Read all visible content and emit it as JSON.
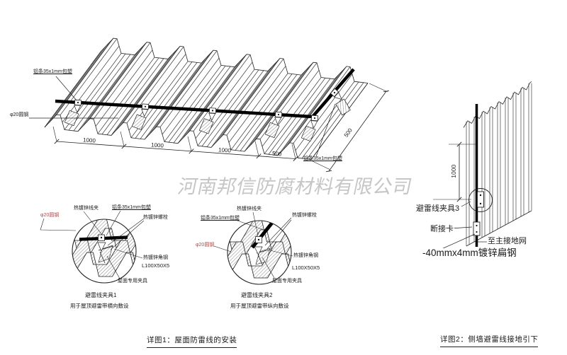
{
  "watermark": "河南邦信防腐材料有限公司",
  "roof": {
    "label_strip": "铝条35x1mm包塑",
    "label_rod": "φ20圆钢",
    "dims_bottom": [
      "1000",
      "1000",
      "1000",
      "500"
    ],
    "dim_right": "500"
  },
  "detail1": {
    "label_clamp": "热镀锌线夹",
    "label_strip": "铝条35x1mm包塑",
    "label_bolt": "热镀锌螺栓",
    "label_rod": "φ20圆钢",
    "label_angle": "热镀锌角钢",
    "label_angle_size": "L100X50X5",
    "label_fixture": "屋面专用夹具",
    "title": "避雷线夹具1",
    "subtitle": "用于屋顶避雷带横向敷设"
  },
  "detail2": {
    "label_clamp": "热镀锌线夹",
    "label_strip": "铝条35x1mm包塑",
    "label_bolt": "热镀锌螺栓",
    "label_rod": "φ20圆钢",
    "label_angle": "热镀锌角钢",
    "label_angle_size": "L100X50X5",
    "label_fixture": "屋面专用夹具",
    "title": "避雷线夹具2",
    "subtitle": "用于屋顶避雷带纵向敷设"
  },
  "wall": {
    "dim": "1000",
    "label_clamp": "避雷线夹具3",
    "label_disconnect": "断接卡",
    "label_ground": "至主接地网",
    "label_flat_steel": "-40mmx4mm镀锌扁钢"
  },
  "captions": {
    "fig1": "详图1：屋面防雷线的安装",
    "fig2": "详图2：侧墙避雷线接地引下"
  },
  "colors": {
    "line": "#222222",
    "red_label": "#b04a4a",
    "watermark": "#c6c6c6"
  }
}
